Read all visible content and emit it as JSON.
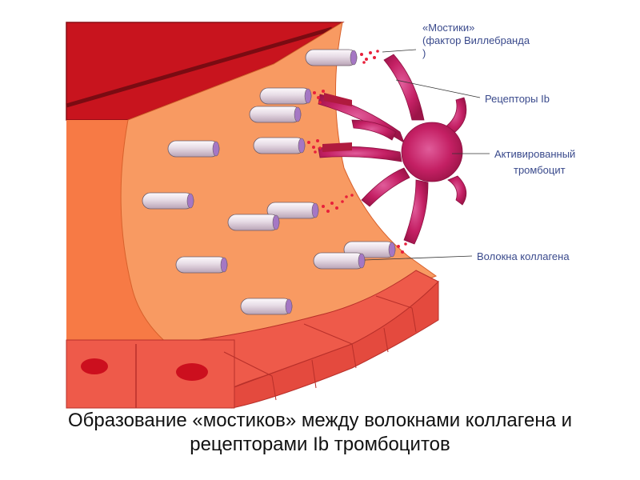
{
  "labels": {
    "bridges_line1": "«Мостики»",
    "bridges_line2": "(фактор Виллебранда",
    "bridges_line3": ")",
    "receptors": "Рецепторы Ib",
    "platelet_line1": "Активированный",
    "platelet_line2": "тромбоцит",
    "collagen": "Волокна коллагена"
  },
  "caption": {
    "line1": "Образование «мостиков» между волокнами коллагена и",
    "line2": "рецепторами Ib тромбоцитов"
  },
  "colors": {
    "vessel_dark_red": "#c8141e",
    "tissue_orange": "#f77a45",
    "tissue_light": "#f89a62",
    "cell_red": "#ee5a4a",
    "nucleus": "#cc0f1e",
    "platelet": "#c41e5a",
    "fiber": "#e8dde6",
    "fiber_end": "#a577c4",
    "vwf_dots": "#e8203a",
    "label_text": "#3a4a8c"
  }
}
